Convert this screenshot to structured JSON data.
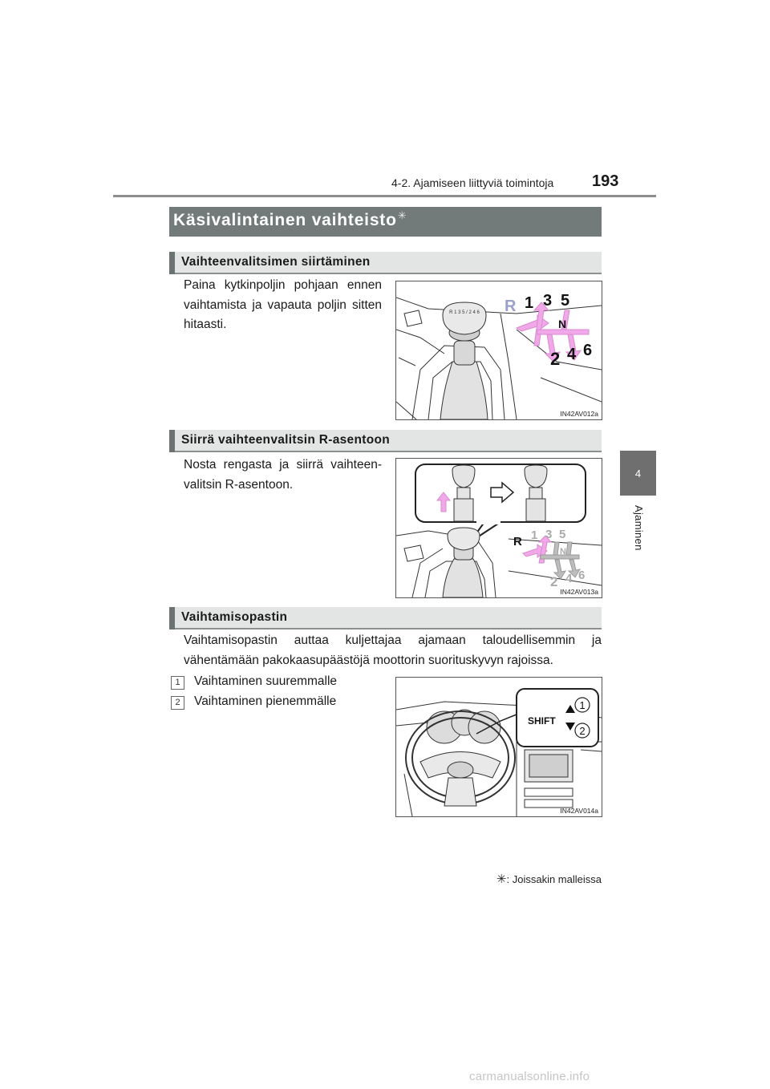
{
  "header": {
    "section": "4-2. Ajamiseen liittyviä toimintoja",
    "page_number": "193"
  },
  "side_tab": {
    "number": "4",
    "label": "Ajaminen"
  },
  "title": {
    "text": "Käsivalintainen vaihteisto",
    "marker": "✳"
  },
  "sections": [
    {
      "heading": "Vaihteenvalitsimen siirtäminen",
      "text": "Paina kytkinpoljin pohjaan ennen vaihtamista ja vapauta poljin sitten hitaasti.",
      "figure": {
        "code": "IN42AV012a",
        "knob_text": "R 1 3 5 / 2 4 6",
        "gears": {
          "r": "R",
          "g1": "1",
          "g3": "3",
          "g5": "5",
          "n": "N",
          "g2": "2",
          "g4": "4",
          "g6": "6"
        }
      }
    },
    {
      "heading": "Siirrä vaihteenvalitsin R-asentoon",
      "text": "Nosta rengasta ja siirrä vaihteen­valitsin R-asentoon.",
      "figure": {
        "code": "IN42AV013a",
        "gears": {
          "r": "R",
          "g1": "1",
          "g3": "3",
          "g5": "5",
          "n": "N",
          "g2": "2",
          "g4": "4",
          "g6": "6"
        }
      }
    },
    {
      "heading": "Vaihtamisopastin",
      "text": "Vaihtamisopastin auttaa kuljettajaa ajamaan taloudellisemmin ja vähentämään pakokaasupäästöjä moottorin suorituskyvyn rajoissa.",
      "items": [
        {
          "num": "1",
          "label": "Vaihtaminen suuremmalle"
        },
        {
          "num": "2",
          "label": "Vaihtaminen pienemmälle"
        }
      ],
      "figure": {
        "code": "IN42AV014a",
        "indicator_text": "SHIFT",
        "callouts": [
          "1",
          "2"
        ]
      }
    }
  ],
  "footnote": {
    "marker": "✳",
    "text": ": Joissakin malleissa"
  },
  "watermark": "carmanualsonline.info",
  "colors": {
    "title_bar": "#727a7a",
    "subheading_bg": "#e3e5e5",
    "subheading_bar": "#6a7272",
    "arrow_pink": "#f0a8e8",
    "side_tab": "#6f6f6f"
  }
}
